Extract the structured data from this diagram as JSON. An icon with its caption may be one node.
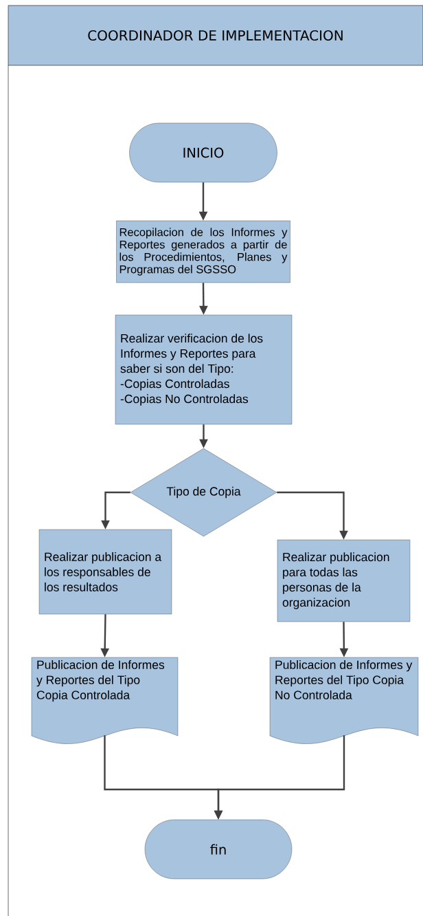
{
  "diagram": {
    "nodes": [
      {
        "text": [
          "COORDINADOR DE IMPLEMENTACION"
        ]
      },
      {
        "text": [
          "INICIO"
        ],
        "in": 0
      },
      {
        "text": [
          "Recopilacion de los Informes y Reportes generados a partir de los Procedimientos, Planes y Programas del SGSSO"
        ],
        "in": 0
      },
      {
        "text": [
          "Realizar verificacion de los Informes y Reportes para saber si son del Tipo:",
          "-Copias Controladas",
          "-Copias No Controladas"
        ],
        "in": 0
      },
      {
        "text": [
          "Tipo de Copia"
        ],
        "in": 0
      },
      {
        "text": [
          "Realizar publicacion a los responsables de los resultados"
        ],
        "in": 0
      },
      {
        "text": [
          "Realizar publicacion para todas las personas de la organizacion"
        ],
        "in": 0
      },
      {
        "text": [
          "Publicacion de Informes y Reportes del Tipo Copia Controlada"
        ],
        "in": 0
      },
      {
        "text": [
          "Publicacion de Informes y Reportes del Tipo Copia No Controlada"
        ],
        "in": 0
      },
      {
        "text": [
          "fin"
        ],
        "in": 0
      }
    ],
    "edges": [
      {
        "from": 1,
        "to": 2,
        "arrow": "to"
      },
      {
        "from": 2,
        "to": 3,
        "arrow": "to"
      },
      {
        "from": 3,
        "to": 4,
        "arrow": "to"
      },
      {
        "from": 4,
        "to": 5,
        "arrow": "to"
      },
      {
        "from": 4,
        "to": 6,
        "arrow": "to"
      },
      {
        "from": 5,
        "to": 7,
        "arrow": "to"
      },
      {
        "from": 6,
        "to": 8,
        "arrow": "to"
      },
      {
        "from": 7,
        "to": 9,
        "arrow": "to"
      },
      {
        "from": 8,
        "to": 9,
        "arrow": "to"
      }
    ]
  }
}
